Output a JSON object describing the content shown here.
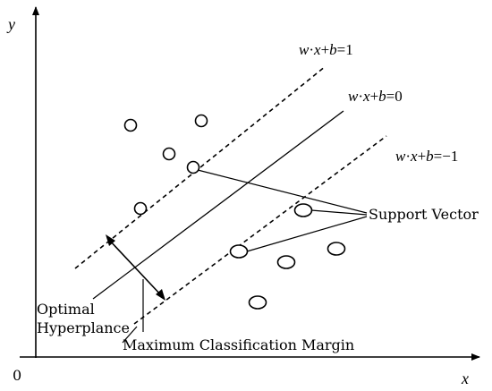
{
  "axes": {
    "x_label": "x",
    "y_label": "y",
    "origin_label": "0"
  },
  "equations": {
    "plus": {
      "w": "w",
      "dot": "·",
      "x": "x",
      "plus": "+",
      "b": "b",
      "rhs": "=1"
    },
    "zero": {
      "w": "w",
      "dot": "·",
      "x": "x",
      "plus": "+",
      "b": "b",
      "rhs": "=0"
    },
    "minus": {
      "w": "w",
      "dot": "·",
      "x": "x",
      "plus": "+",
      "b": "b",
      "rhs": "=−1"
    }
  },
  "labels": {
    "support_vector": "Support Vector",
    "optimal_line1": "Optimal",
    "optimal_line2": "Hyperplance",
    "max_margin": "Maximum Classification Margin"
  },
  "colors": {
    "ink": "#000000",
    "background": "#ffffff"
  }
}
